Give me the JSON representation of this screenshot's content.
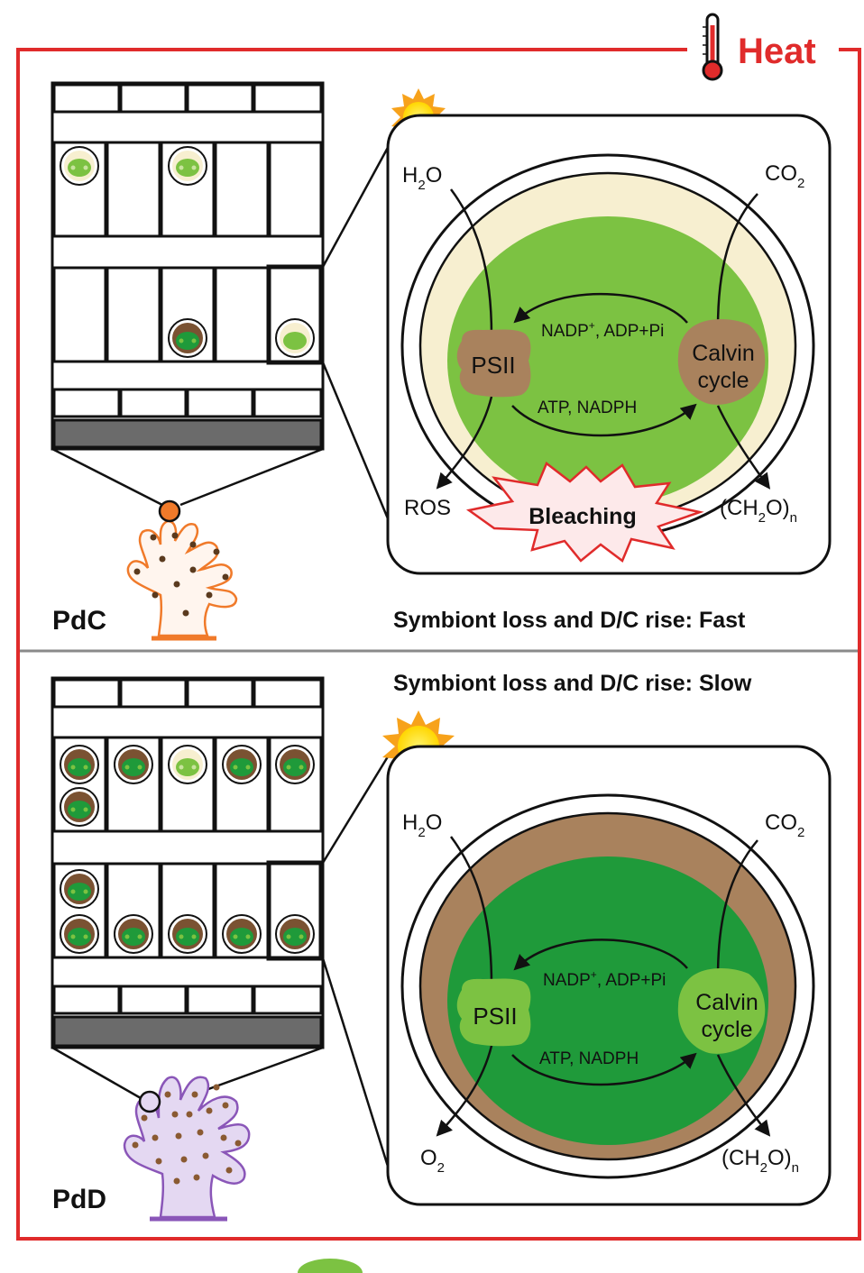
{
  "header": {
    "heat_label": "Heat"
  },
  "colors": {
    "frame_red": "#e02b2b",
    "light_green": "#7cc242",
    "dark_green": "#1f9a3a",
    "brown": "#a9825d",
    "cream": "#f7efd0",
    "gray": "#6b6b6b",
    "pdc_orange": "#f07a2a",
    "pdd_purple": "#8a56b8",
    "sun_yellow": "#ffd600"
  },
  "top_panel": {
    "coral_label": "PdC",
    "status": "Symbiont loss and D/C rise: Fast",
    "h2o": {
      "base": "H",
      "sub": "2",
      "tail": "O"
    },
    "co2": {
      "base": "CO",
      "sub": "2"
    },
    "psii": "PSII",
    "calvin_line1": "Calvin",
    "calvin_line2": "cycle",
    "nadp": {
      "base": "NADP",
      "sup": "+",
      "tail": ", ADP+Pi"
    },
    "atp": "ATP, NADPH",
    "ros": "ROS",
    "bleaching": "Bleaching",
    "ch2o": {
      "a": "(CH",
      "sub": "2",
      "b": "O)",
      "subn": "n"
    }
  },
  "bottom_panel": {
    "coral_label": "PdD",
    "status": "Symbiont loss and D/C rise: Slow",
    "h2o": {
      "base": "H",
      "sub": "2",
      "tail": "O"
    },
    "co2": {
      "base": "CO",
      "sub": "2"
    },
    "psii": "PSII",
    "calvin_line1": "Calvin",
    "calvin_line2": "cycle",
    "nadp": {
      "base": "NADP",
      "sup": "+",
      "tail": ", ADP+Pi"
    },
    "atp": "ATP, NADPH",
    "o2": {
      "base": "O",
      "sub": "2"
    },
    "ch2o": {
      "a": "(CH",
      "sub": "2",
      "b": "O)",
      "subn": "n"
    }
  }
}
